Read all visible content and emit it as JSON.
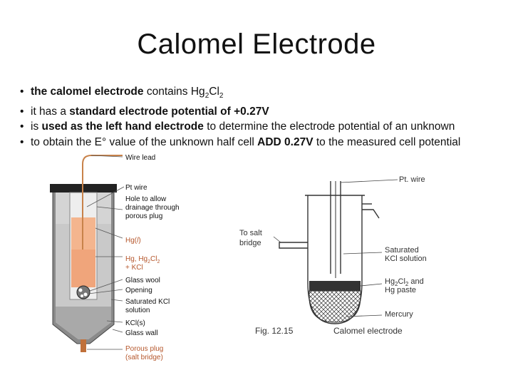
{
  "slide": {
    "title": "Calomel Electrode"
  },
  "bullets": [
    {
      "bullet": "•",
      "segments": [
        {
          "text": "the calomel electrode",
          "bold": true
        },
        {
          "text": " contains Hg",
          "bold": false
        },
        {
          "text": "2",
          "bold": false,
          "sub": true
        },
        {
          "text": "Cl",
          "bold": false
        },
        {
          "text": "2",
          "bold": false,
          "sub": true
        }
      ]
    },
    {
      "bullet": "•",
      "segments": [
        {
          "text": "it has a ",
          "bold": false
        },
        {
          "text": "standard electrode potential of +0.27V",
          "bold": true
        }
      ]
    },
    {
      "bullet": "•",
      "segments": [
        {
          "text": "is ",
          "bold": false
        },
        {
          "text": "used as the left hand electrode",
          "bold": true
        },
        {
          "text": " to determine the electrode potential of an unknown",
          "bold": false
        }
      ]
    },
    {
      "bullet": "•",
      "segments": [
        {
          "text": "to obtain the E° value of the unknown half cell ",
          "bold": false
        },
        {
          "text": "ADD 0.27V",
          "bold": true
        },
        {
          "text": " to the measured cell potential",
          "bold": false
        }
      ]
    }
  ],
  "left_figure": {
    "labels": {
      "wire_lead": "Wire lead",
      "pt_wire": "Pt wire",
      "hole_1": "Hole to allow",
      "hole_2": "drainage through",
      "hole_3": "porous plug",
      "hg_l": "Hg(",
      "hg_l_italic": "l",
      "hg_l_close": ")",
      "paste_1": "Hg, Hg",
      "paste_sub1": "2",
      "paste_cl": "Cl",
      "paste_sub2": "2",
      "paste_2": "+ KCl",
      "glass_wool": "Glass wool",
      "opening": "Opening",
      "sat_kcl_1": "Saturated KCl",
      "sat_kcl_2": "solution",
      "kcl_s": "KCl(s)",
      "glass_wall": "Glass wall",
      "porous_plug_1": "Porous plug",
      "porous_plug_2": "(salt bridge)"
    }
  },
  "right_figure": {
    "labels": {
      "pt_wire": "Pt. wire",
      "to_salt_1": "To salt",
      "to_salt_2": "bridge",
      "saturated_1": "Saturated",
      "saturated_2": "KCl solution",
      "paste_1": "Hg",
      "paste_sub1": "2",
      "paste_cl": "Cl",
      "paste_sub2": "2",
      "paste_and": " and",
      "paste_2": "Hg paste",
      "mercury": "Mercury",
      "caption_fig": "Fig. 12.15",
      "caption_text": "Calomel electrode"
    }
  },
  "colors": {
    "title": "#111111",
    "text": "#111111",
    "wire": "#c8824a",
    "hg_fill": "#f4b58e",
    "tube_dark": "#555555",
    "solution_grey": "#c8c8c8",
    "label_red": "#b5562b",
    "diagram_ink": "#333333"
  }
}
